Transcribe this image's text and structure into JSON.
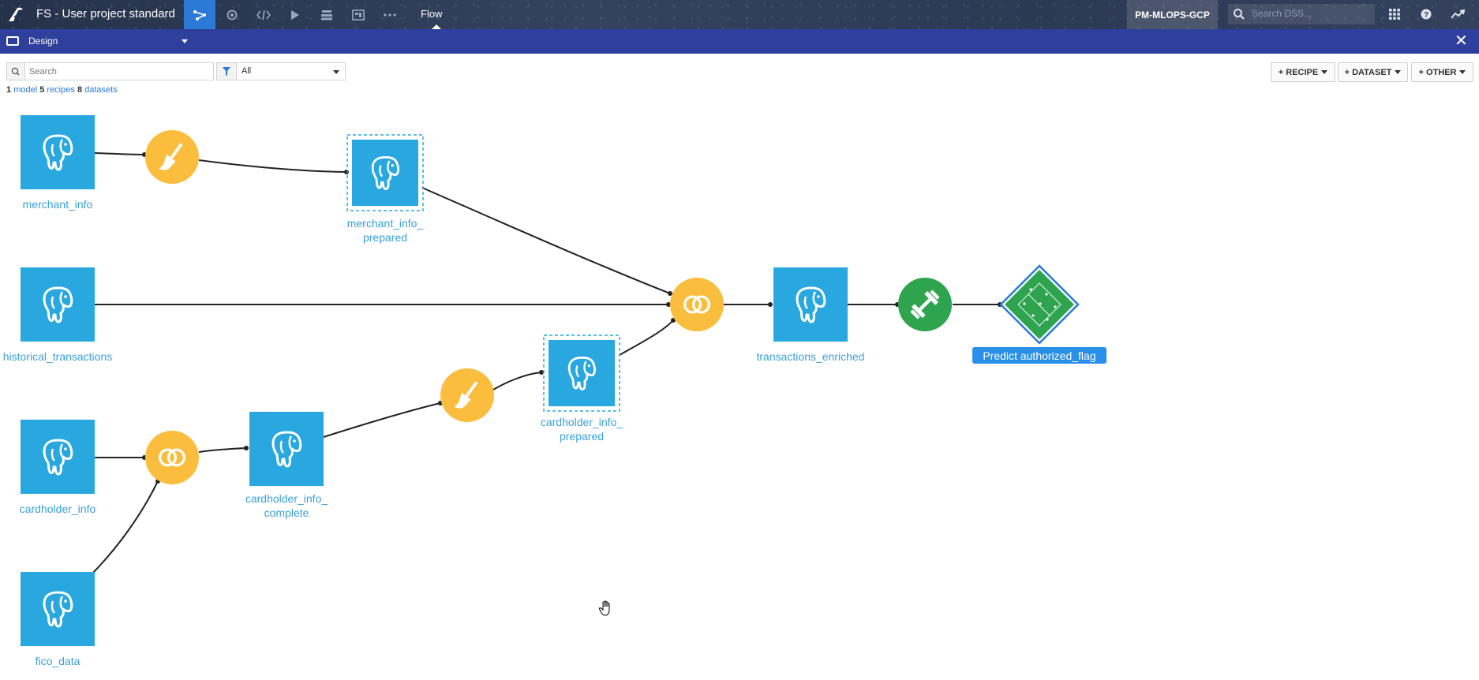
{
  "topbar": {
    "project_title": "FS - User project standard",
    "flow_label": "Flow",
    "instance_name": "PM-MLOPS-GCP",
    "search_placeholder": "Search DSS...",
    "nav_icons": [
      "flow-icon",
      "refresh-icon",
      "code-icon",
      "play-icon",
      "stack-icon",
      "dashboard-icon",
      "more-icon"
    ],
    "right_icons": [
      "apps-grid-icon",
      "help-icon",
      "activity-icon"
    ]
  },
  "designbar": {
    "label": "Design"
  },
  "filters": {
    "search_placeholder": "Search",
    "filter_value": "All"
  },
  "counts": {
    "models_count": "1",
    "models_label": "model",
    "recipes_count": "5",
    "recipes_label": "recipes",
    "datasets_count": "8",
    "datasets_label": "datasets"
  },
  "actions": {
    "recipe": "+ RECIPE",
    "dataset": "+ DATASET",
    "other": "+ OTHER"
  },
  "colors": {
    "dataset": "#29a8e0",
    "recipe": "#fbbd3d",
    "train": "#2ea44f",
    "model": "#2ea44f",
    "selected": "#2a7ad6",
    "label": "#3aa0d8"
  },
  "flow": {
    "datasets": [
      {
        "id": "merchant_info",
        "lines": [
          "merchant_info"
        ],
        "selected": false
      },
      {
        "id": "merchant_info_prepared",
        "lines": [
          "merchant_info_",
          "prepared"
        ],
        "selected": true
      },
      {
        "id": "historical_transactions",
        "lines": [
          "historical_transactions"
        ],
        "selected": false
      },
      {
        "id": "transactions_enriched",
        "lines": [
          "transactions_enriched"
        ],
        "selected": false
      },
      {
        "id": "cardholder_info",
        "lines": [
          "cardholder_info"
        ],
        "selected": false
      },
      {
        "id": "cardholder_info_complete",
        "lines": [
          "cardholder_info_",
          "complete"
        ],
        "selected": false
      },
      {
        "id": "cardholder_info_prepared",
        "lines": [
          "cardholder_info_",
          "prepared"
        ],
        "selected": true
      },
      {
        "id": "fico_data",
        "lines": [
          "fico_data"
        ],
        "selected": false
      }
    ],
    "recipes": [
      {
        "id": "prepare_merchant",
        "type": "prepare",
        "icon": "broom-icon"
      },
      {
        "id": "join_transactions",
        "type": "join",
        "icon": "join-icon"
      },
      {
        "id": "join_cardholder",
        "type": "join",
        "icon": "join-icon"
      },
      {
        "id": "prepare_cardholder",
        "type": "prepare",
        "icon": "broom-icon"
      },
      {
        "id": "train_model",
        "type": "train",
        "icon": "dumbbell-icon"
      }
    ],
    "model": {
      "id": "predict_model",
      "label": "Predict authorized_flag",
      "icon": "model-diamond-icon"
    },
    "edges": [
      [
        "merchant_info",
        "prepare_merchant"
      ],
      [
        "prepare_merchant",
        "merchant_info_prepared"
      ],
      [
        "merchant_info_prepared",
        "join_transactions"
      ],
      [
        "historical_transactions",
        "join_transactions"
      ],
      [
        "cardholder_info_prepared",
        "join_transactions"
      ],
      [
        "join_transactions",
        "transactions_enriched"
      ],
      [
        "transactions_enriched",
        "train_model"
      ],
      [
        "train_model",
        "predict_model"
      ],
      [
        "cardholder_info",
        "join_cardholder"
      ],
      [
        "fico_data",
        "join_cardholder"
      ],
      [
        "join_cardholder",
        "cardholder_info_complete"
      ],
      [
        "cardholder_info_complete",
        "prepare_cardholder"
      ],
      [
        "prepare_cardholder",
        "cardholder_info_prepared"
      ]
    ]
  }
}
